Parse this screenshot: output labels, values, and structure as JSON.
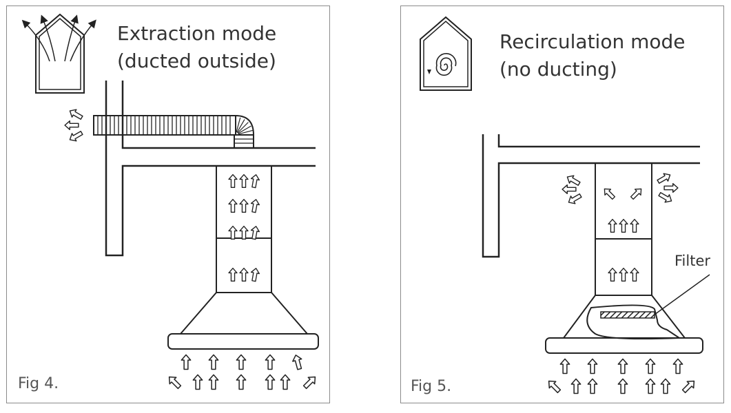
{
  "figures": [
    {
      "title_line1": "Extraction mode",
      "title_line2": "(ducted outside)",
      "fig_label": "Fig 4.",
      "house_icon": "house-vented-arrows-icon"
    },
    {
      "title_line1": "Recirculation mode",
      "title_line2": "(no ducting)",
      "fig_label": "Fig 5.",
      "filter_label": "Filter",
      "house_icon": "house-swirl-icon"
    }
  ],
  "colors": {
    "stroke": "#222222",
    "border": "#8a8a8a",
    "text": "#333333"
  }
}
